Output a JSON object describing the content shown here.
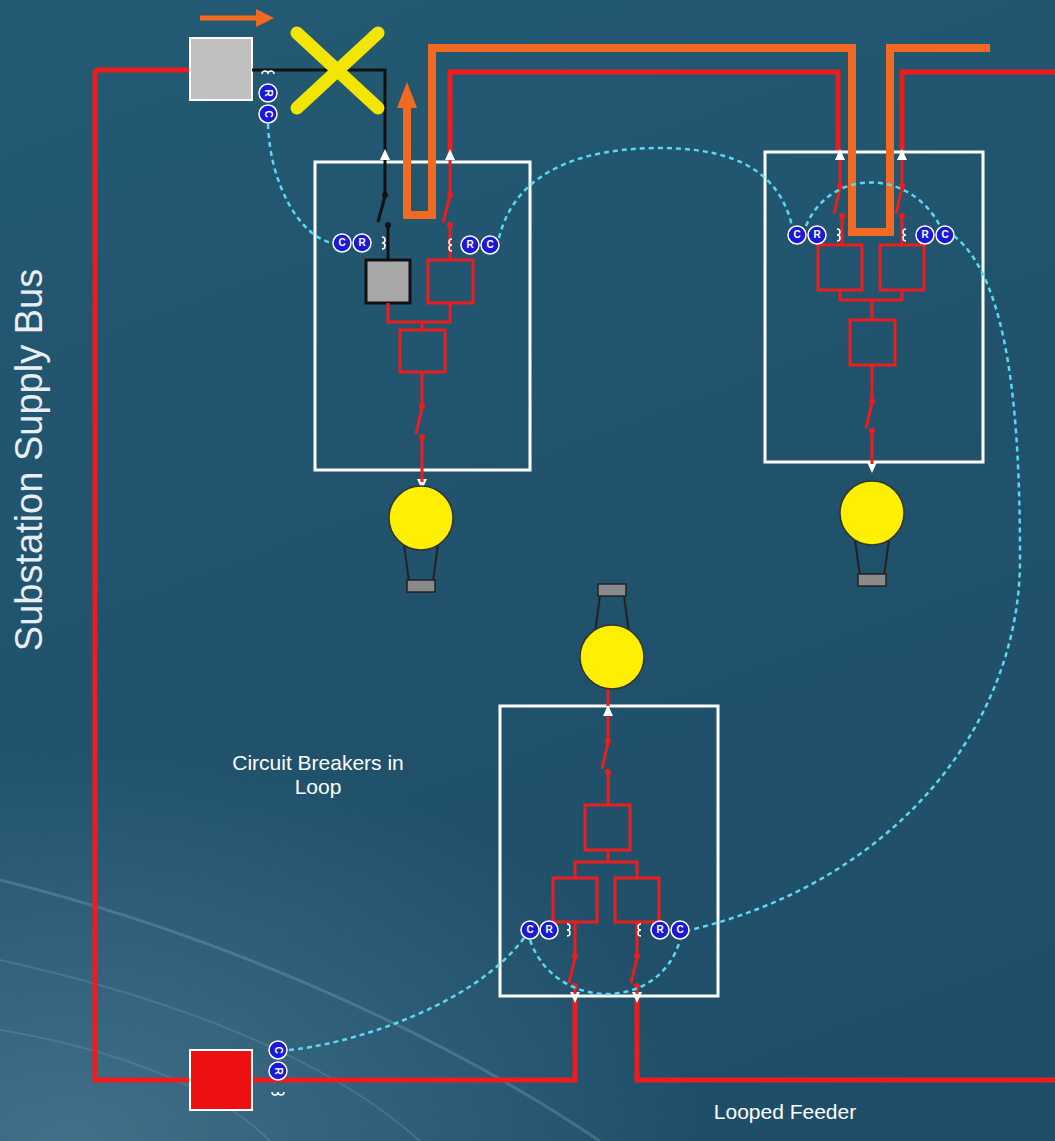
{
  "diagram": {
    "labels": [
      "Substation Supply Bus",
      "R",
      "C",
      "C",
      "R",
      "R",
      "C",
      "C",
      "R",
      "R",
      "C",
      "Circuit Breakers in Loop",
      "C",
      "R",
      "R",
      "C",
      "C",
      "R",
      "Looped Feeder"
    ]
  }
}
